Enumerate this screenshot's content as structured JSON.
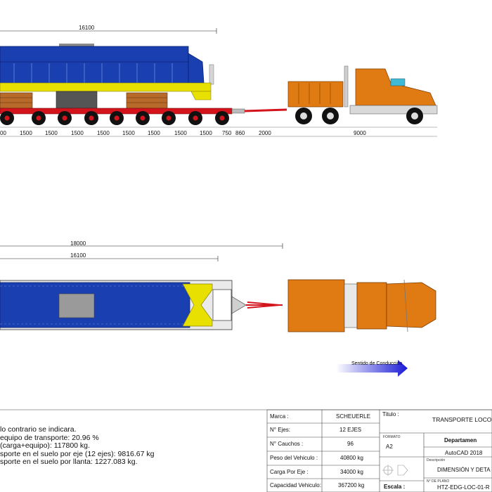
{
  "side_view": {
    "overall_length": "16100",
    "axle_spacings": [
      "00",
      "1500",
      "1500",
      "1500",
      "1500",
      "1500",
      "1500",
      "1500",
      "1500",
      "750",
      "860",
      "2000",
      "9000"
    ]
  },
  "plan_view": {
    "overall_length": "18000",
    "inner_length": "16100"
  },
  "direction_label": "Sentido de Conducción",
  "notes": [
    "lo contrario se indicara.",
    "equipo de transporte: 20.96 %",
    "(carga+equipo):  117800 kg.",
    "sporte en el suelo por eje (12 ejes):  9816.67 kg",
    "sporte en el suelo por llanta: 1227.083 kg."
  ],
  "spec_table": {
    "rows": [
      {
        "label": "Marca :",
        "value": "SCHEUERLE"
      },
      {
        "label": "N° Ejes:",
        "value": "12 EJES"
      },
      {
        "label": "N° Cauchos :",
        "value": "96"
      },
      {
        "label": "Peso del Vehiculo :",
        "value": "40800 kg"
      },
      {
        "label": "Carga Por Eje :",
        "value": "34000 kg"
      },
      {
        "label": "Capacidad Vehiculo:",
        "value": "367200 kg"
      }
    ]
  },
  "title_block": {
    "titulo_label": "Titulo :",
    "titulo_value": "TRANSPORTE  LOCO",
    "formato_label": "FORMATO",
    "formato_value": "A2",
    "departamento": "Departamen",
    "software": "AutoCAD 2018",
    "descripcion_label": "Descripción",
    "descripcion_value": "DIMENSIÓN Y DETA",
    "plano_label": "N° DE PLANO",
    "plano_value": "HTZ-EDG-LOC-01-R",
    "escala_label": "Escala :"
  },
  "colors": {
    "locomotive_blue": "#1a3fb0",
    "locomotive_yellow": "#e8e000",
    "trailer_red": "#d4141c",
    "truck_orange": "#e07a12",
    "wood": "#b86a2a",
    "arrow_blue": "#1a1ad6"
  }
}
